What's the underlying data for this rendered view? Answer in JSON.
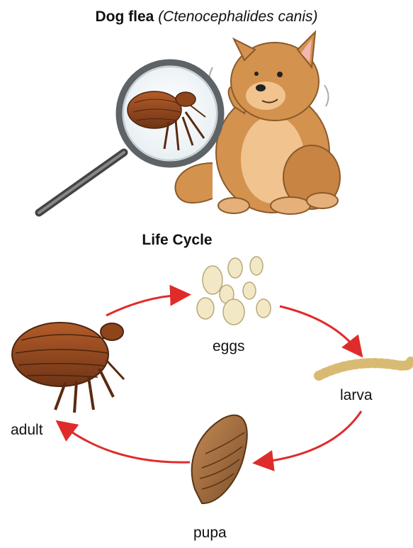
{
  "header": {
    "title_bold": "Dog flea",
    "title_italic": "(Ctenocephalides canis)"
  },
  "subtitle": "Life Cycle",
  "stages": {
    "eggs": "eggs",
    "larva": "larva",
    "pupa": "pupa",
    "adult": "adult"
  },
  "colors": {
    "arrow": "#e02b2b",
    "dog_fur": "#d4924f",
    "flea_body": "#9a4a1f",
    "egg": "#f2e8c6",
    "larva": "#efd58f",
    "pupa": "#a86c3a"
  }
}
